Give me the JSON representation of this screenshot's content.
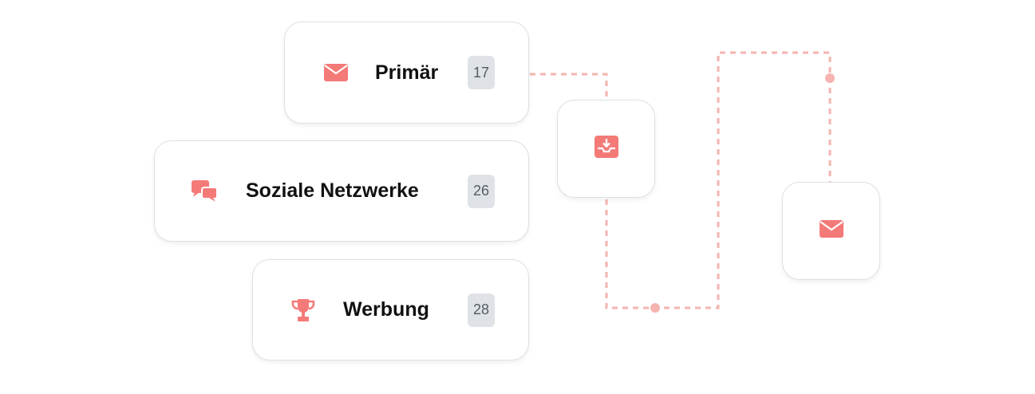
{
  "colors": {
    "accent": "#f47a78",
    "connector": "#f6b4b0",
    "badge_bg": "#dfe3e7"
  },
  "categories": [
    {
      "label": "Primär",
      "count": "17",
      "icon": "envelope-icon"
    },
    {
      "label": "Soziale Netzwerke",
      "count": "26",
      "icon": "chat-bubbles-icon"
    },
    {
      "label": "Werbung",
      "count": "28",
      "icon": "trophy-icon"
    }
  ],
  "nodes": [
    {
      "icon": "inbox-download-icon"
    },
    {
      "icon": "envelope-icon"
    }
  ]
}
